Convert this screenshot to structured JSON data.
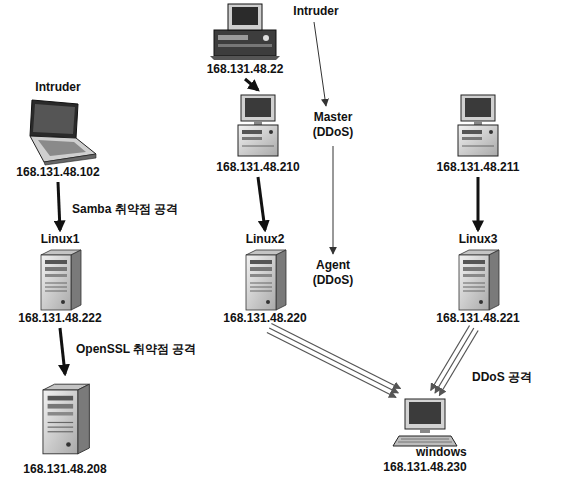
{
  "diagram": {
    "nodes": [
      {
        "text": [
          "Intruder",
          "168.131.48.102"
        ]
      },
      {
        "text": [
          "Linux1",
          "168.131.48.222"
        ]
      },
      {
        "text": [
          "168.131.48.208"
        ]
      },
      {
        "text": [
          "168.131.48.22"
        ]
      },
      {
        "text": [
          "168.131.48.210"
        ]
      },
      {
        "text": [
          "Linux2",
          "168.131.48.220"
        ]
      },
      {
        "text": [
          "168.131.48.211"
        ]
      },
      {
        "text": [
          "Linux3",
          "168.131.48.221"
        ]
      },
      {
        "text": [
          "windows",
          "168.131.48.230"
        ]
      }
    ],
    "edges": [
      {
        "from": 0,
        "to": 1,
        "label": "Samba 취약점 공격",
        "arrow": "to"
      },
      {
        "from": 1,
        "to": 2,
        "label": "OpenSSL 취약점 공격",
        "arrow": "to"
      },
      {
        "from": 3,
        "to": 4,
        "arrow": "to"
      },
      {
        "from": 4,
        "to": 5,
        "arrow": "to"
      },
      {
        "from": 6,
        "to": 7,
        "arrow": "to"
      },
      {
        "from": 5,
        "to": 8,
        "arrow": "to"
      },
      {
        "from": 7,
        "to": 8,
        "label": "DDoS 공격",
        "arrow": "to"
      }
    ],
    "labels": [
      "Intruder",
      "Master (DDoS)",
      "Agent (DDoS)"
    ]
  }
}
